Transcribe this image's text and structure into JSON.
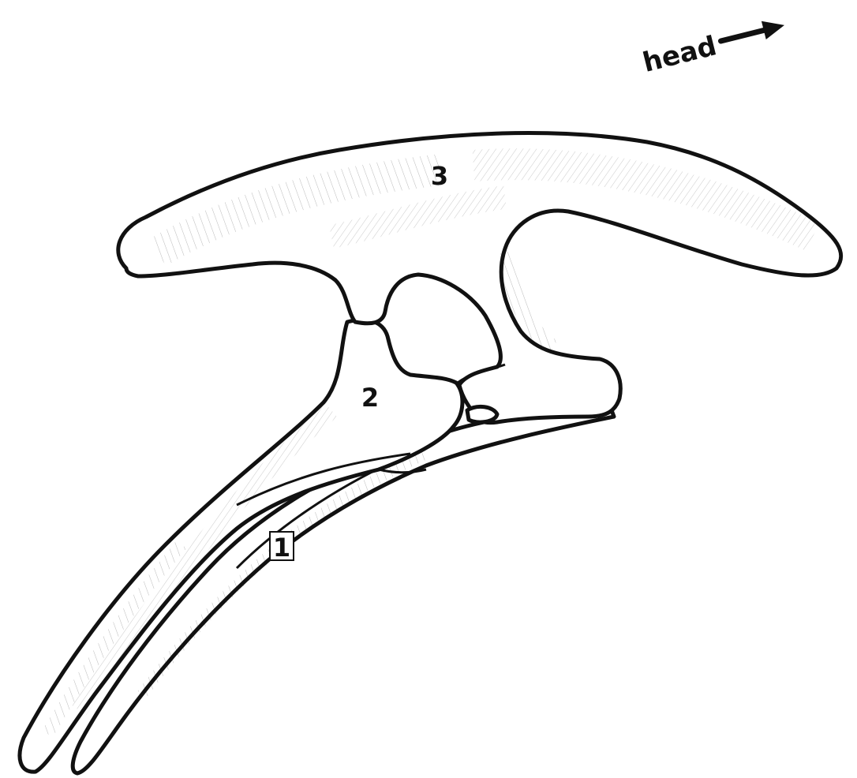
{
  "orientation": {
    "label": "head",
    "icon": "arrow-right-up-icon"
  },
  "labels": {
    "pubis": "1",
    "ischium": "2",
    "ilium": "3"
  },
  "colors": {
    "ink": "#111111",
    "paper": "#ffffff"
  }
}
